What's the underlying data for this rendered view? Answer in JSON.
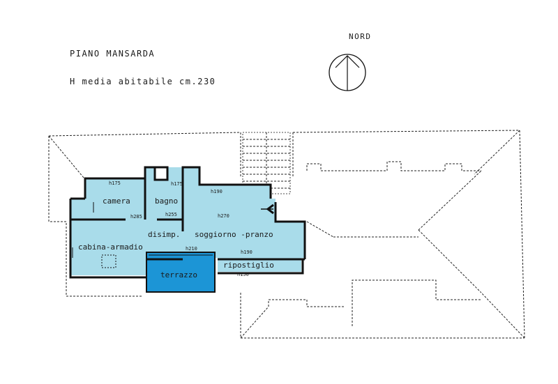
{
  "header": {
    "title": "PIANO MANSARDA",
    "subtitle": "H media abitabile cm.230"
  },
  "compass": {
    "label": "NORD"
  },
  "rooms": {
    "camera": "camera",
    "bagno": "bagno",
    "disimp": "disimp.",
    "soggiorno": "soggiorno -pranzo",
    "cabina": "cabina-armadio",
    "terrazzo": "terrazzo",
    "ripostiglio": "ripostiglio"
  },
  "heights": {
    "h175a": "h175",
    "h175b": "h175",
    "h190a": "h190",
    "h285": "h285",
    "h255": "h255",
    "h270": "h270",
    "h210": "h210",
    "h190b": "h190",
    "h150": "h150"
  },
  "colors": {
    "room_fill": "#a9dcea",
    "terrace_fill": "#1c95d6"
  }
}
